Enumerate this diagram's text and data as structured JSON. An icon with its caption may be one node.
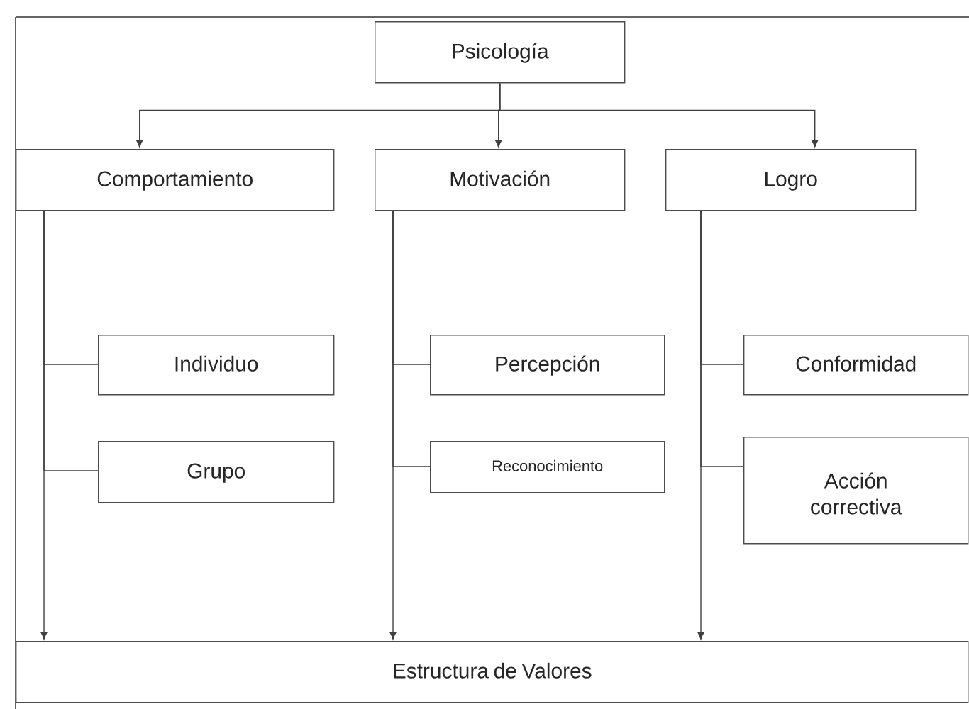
{
  "diagram": {
    "nodes": [
      {
        "text": [
          "Psicología"
        ]
      },
      {
        "text": [
          "Comportamiento"
        ]
      },
      {
        "text": [
          "Motivación"
        ]
      },
      {
        "text": [
          "Logro"
        ]
      },
      {
        "text": [
          "Individuo"
        ]
      },
      {
        "text": [
          "Grupo"
        ]
      },
      {
        "text": [
          "Percepción"
        ]
      },
      {
        "text": [
          "Reconocimiento"
        ]
      },
      {
        "text": [
          "Conformidad"
        ]
      },
      {
        "text": [
          "Acción correctiva"
        ]
      },
      {
        "text": [
          "Estructura de Valores"
        ]
      }
    ],
    "edges": [
      {
        "from": 0,
        "to": 1,
        "arrow": "to"
      },
      {
        "from": 0,
        "to": 2,
        "arrow": "to"
      },
      {
        "from": 0,
        "to": 3,
        "arrow": "to"
      },
      {
        "from": 1,
        "to": 10,
        "arrow": "to"
      },
      {
        "from": 1,
        "to": 4,
        "arrow": "none"
      },
      {
        "from": 1,
        "to": 5,
        "arrow": "none"
      },
      {
        "from": 2,
        "to": 10,
        "arrow": "to"
      },
      {
        "from": 2,
        "to": 6,
        "arrow": "none"
      },
      {
        "from": 2,
        "to": 7,
        "arrow": "none"
      },
      {
        "from": 3,
        "to": 10,
        "arrow": "to"
      },
      {
        "from": 3,
        "to": 8,
        "arrow": "none"
      },
      {
        "from": 3,
        "to": 9,
        "arrow": "none"
      }
    ]
  }
}
